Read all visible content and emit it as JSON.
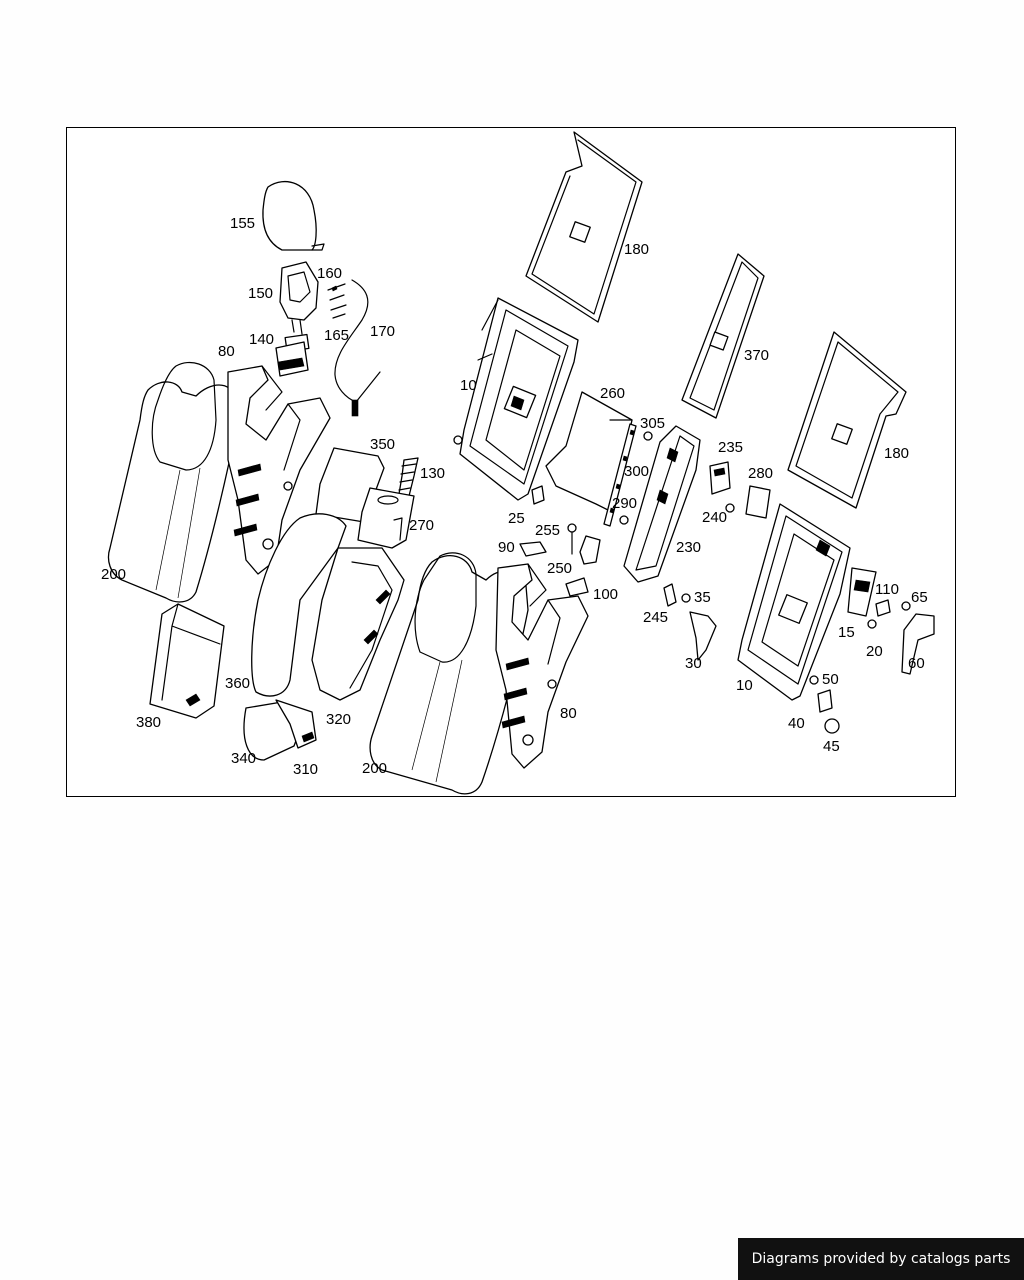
{
  "footer": {
    "credit": "Diagrams provided by catalogs parts"
  },
  "callouts": [
    "155",
    "160",
    "150",
    "165",
    "170",
    "140",
    "80",
    "10",
    "180",
    "260",
    "370",
    "305",
    "235",
    "280",
    "180",
    "350",
    "130",
    "300",
    "290",
    "270",
    "25",
    "255",
    "240",
    "230",
    "90",
    "250",
    "100",
    "200",
    "35",
    "245",
    "110",
    "65",
    "15",
    "20",
    "60",
    "30",
    "360",
    "10",
    "50",
    "380",
    "320",
    "80",
    "40",
    "340",
    "310",
    "200",
    "45"
  ]
}
